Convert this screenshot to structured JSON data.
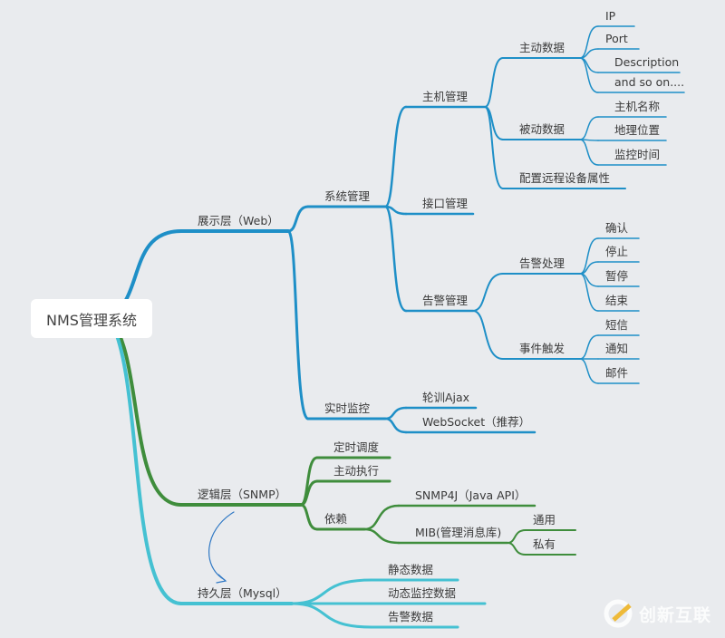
{
  "root": {
    "label": "NMS管理系统"
  },
  "colors": {
    "background": "#e9ebee",
    "web": "#1e8fc7",
    "logic": "#3f8d3c",
    "persist": "#45c1d2",
    "arrow": "#2f78c4"
  },
  "nodes": [
    {
      "id": "web",
      "parent": "root",
      "label": "展示层（Web）",
      "branch": "web"
    },
    {
      "id": "sys",
      "parent": "web",
      "label": "系统管理",
      "branch": "web"
    },
    {
      "id": "host",
      "parent": "sys",
      "label": "主机管理",
      "branch": "web"
    },
    {
      "id": "active",
      "parent": "host",
      "label": "主动数据",
      "branch": "web"
    },
    {
      "id": "ip",
      "parent": "active",
      "label": "IP",
      "branch": "web"
    },
    {
      "id": "port",
      "parent": "active",
      "label": "Port",
      "branch": "web"
    },
    {
      "id": "desc",
      "parent": "active",
      "label": "Description",
      "branch": "web"
    },
    {
      "id": "more",
      "parent": "active",
      "label": "and so on....",
      "branch": "web"
    },
    {
      "id": "passive",
      "parent": "host",
      "label": "被动数据",
      "branch": "web"
    },
    {
      "id": "hname",
      "parent": "passive",
      "label": "主机名称",
      "branch": "web"
    },
    {
      "id": "geo",
      "parent": "passive",
      "label": "地理位置",
      "branch": "web"
    },
    {
      "id": "mtime",
      "parent": "passive",
      "label": "监控时间",
      "branch": "web"
    },
    {
      "id": "remote",
      "parent": "host",
      "label": "配置远程设备属性",
      "branch": "web"
    },
    {
      "id": "iface",
      "parent": "sys",
      "label": "接口管理",
      "branch": "web"
    },
    {
      "id": "alarm",
      "parent": "sys",
      "label": "告警管理",
      "branch": "web"
    },
    {
      "id": "ahandle",
      "parent": "alarm",
      "label": "告警处理",
      "branch": "web"
    },
    {
      "id": "confirm",
      "parent": "ahandle",
      "label": "确认",
      "branch": "web"
    },
    {
      "id": "stop",
      "parent": "ahandle",
      "label": "停止",
      "branch": "web"
    },
    {
      "id": "pause",
      "parent": "ahandle",
      "label": "暂停",
      "branch": "web"
    },
    {
      "id": "end",
      "parent": "ahandle",
      "label": "结束",
      "branch": "web"
    },
    {
      "id": "trigger",
      "parent": "alarm",
      "label": "事件触发",
      "branch": "web"
    },
    {
      "id": "sms",
      "parent": "trigger",
      "label": "短信",
      "branch": "web"
    },
    {
      "id": "notify",
      "parent": "trigger",
      "label": "通知",
      "branch": "web"
    },
    {
      "id": "mail",
      "parent": "trigger",
      "label": "邮件",
      "branch": "web"
    },
    {
      "id": "rt",
      "parent": "web",
      "label": "实时监控",
      "branch": "web"
    },
    {
      "id": "ajax",
      "parent": "rt",
      "label": "轮训Ajax",
      "branch": "web"
    },
    {
      "id": "ws",
      "parent": "rt",
      "label": "WebSocket（推荐）",
      "branch": "web"
    },
    {
      "id": "logic",
      "parent": "root",
      "label": "逻辑层（SNMP）",
      "branch": "logic"
    },
    {
      "id": "sched",
      "parent": "logic",
      "label": "定时调度",
      "branch": "logic"
    },
    {
      "id": "exec",
      "parent": "logic",
      "label": "主动执行",
      "branch": "logic"
    },
    {
      "id": "dep",
      "parent": "logic",
      "label": "依赖",
      "branch": "logic"
    },
    {
      "id": "snmp4j",
      "parent": "dep",
      "label": "SNMP4J（Java API）",
      "branch": "logic"
    },
    {
      "id": "mib",
      "parent": "dep",
      "label": "MIB(管理消息库)",
      "branch": "logic"
    },
    {
      "id": "general",
      "parent": "mib",
      "label": "通用",
      "branch": "logic"
    },
    {
      "id": "private",
      "parent": "mib",
      "label": "私有",
      "branch": "logic"
    },
    {
      "id": "persist",
      "parent": "root",
      "label": "持久层（Mysql）",
      "branch": "persist"
    },
    {
      "id": "static",
      "parent": "persist",
      "label": "静态数据",
      "branch": "persist"
    },
    {
      "id": "dyn",
      "parent": "persist",
      "label": "动态监控数据",
      "branch": "persist"
    },
    {
      "id": "alarmdata",
      "parent": "persist",
      "label": "告警数据",
      "branch": "persist"
    }
  ],
  "watermark": {
    "label": "创新互联"
  }
}
